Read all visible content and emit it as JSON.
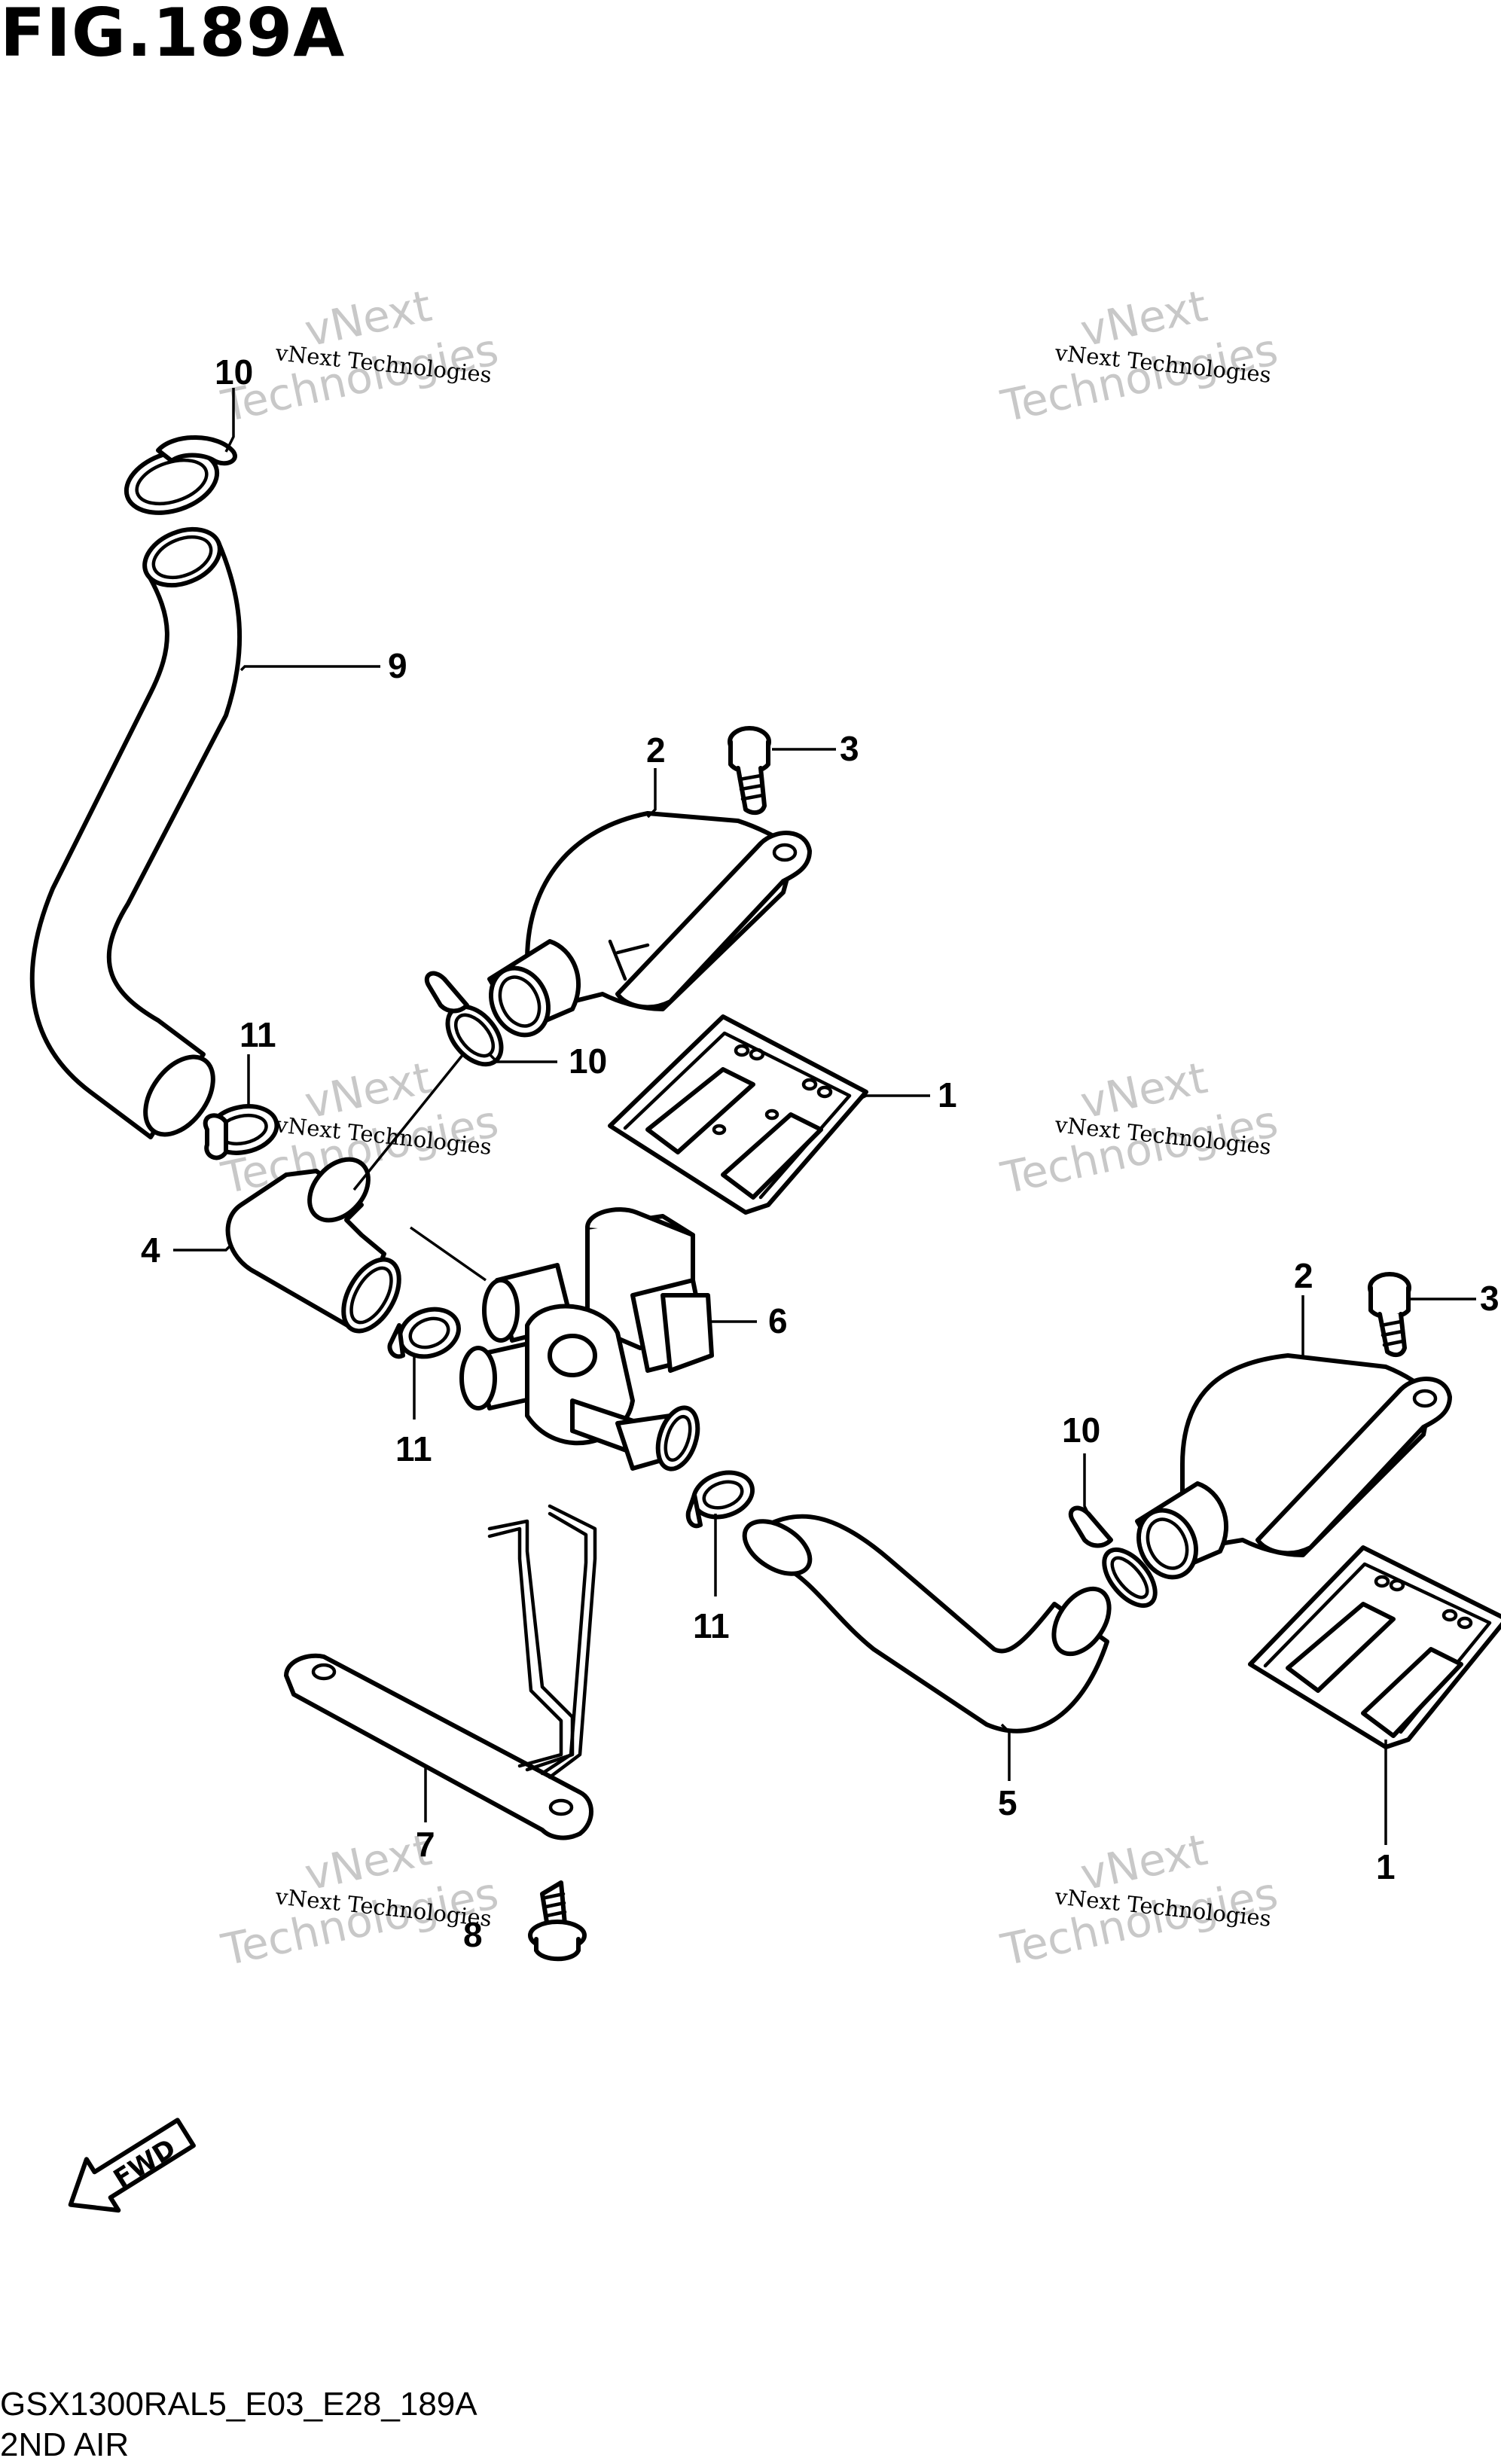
{
  "figure": {
    "title": "FIG.189A",
    "model_code": "GSX1300RAL5_E03_E28_189A",
    "section_name": "2ND AIR"
  },
  "watermark": {
    "line_small": "vNext Technologies",
    "line_big_1": "vNext",
    "line_big_2": "Technologies"
  },
  "fwd_badge": {
    "label": "FWD"
  },
  "callouts": {
    "c10_top": "10",
    "c9": "9",
    "c2_left": "2",
    "c3_left": "3",
    "c10_mid": "10",
    "c11_left": "11",
    "c1_left": "1",
    "c4": "4",
    "c6": "6",
    "c11_mid": "11",
    "c2_right": "2",
    "c3_right": "3",
    "c10_right": "10",
    "c11_bottom": "11",
    "c5": "5",
    "c7": "7",
    "c8": "8",
    "c1_right": "1"
  }
}
